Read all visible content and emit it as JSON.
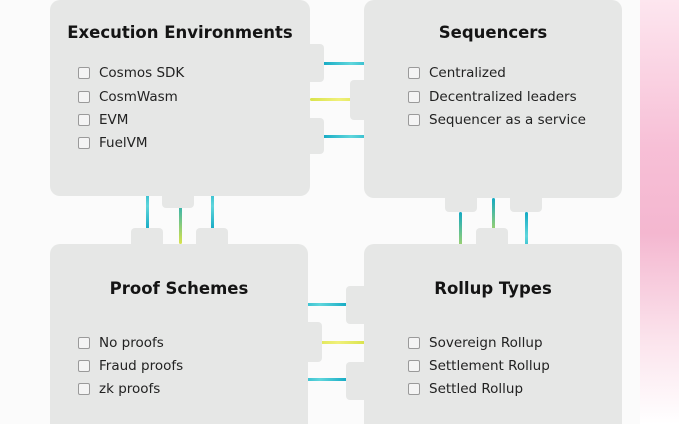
{
  "colors": {
    "card": "#e6e7e6",
    "cyan": "#1bb6c8",
    "yellow": "#e3e85a",
    "accent_pink": "#f4b7d0"
  },
  "cards": {
    "execution": {
      "title": "Execution Environments",
      "options": [
        "Cosmos SDK",
        "CosmWasm",
        "EVM",
        "FuelVM"
      ]
    },
    "sequencers": {
      "title": "Sequencers",
      "options": [
        "Centralized",
        "Decentralized leaders",
        "Sequencer as a service"
      ]
    },
    "proof": {
      "title": "Proof Schemes",
      "options": [
        "No proofs",
        "Fraud proofs",
        "zk proofs"
      ]
    },
    "rollup": {
      "title": "Rollup Types",
      "options": [
        "Sovereign Rollup",
        "Settlement Rollup",
        "Settled Rollup"
      ]
    }
  }
}
